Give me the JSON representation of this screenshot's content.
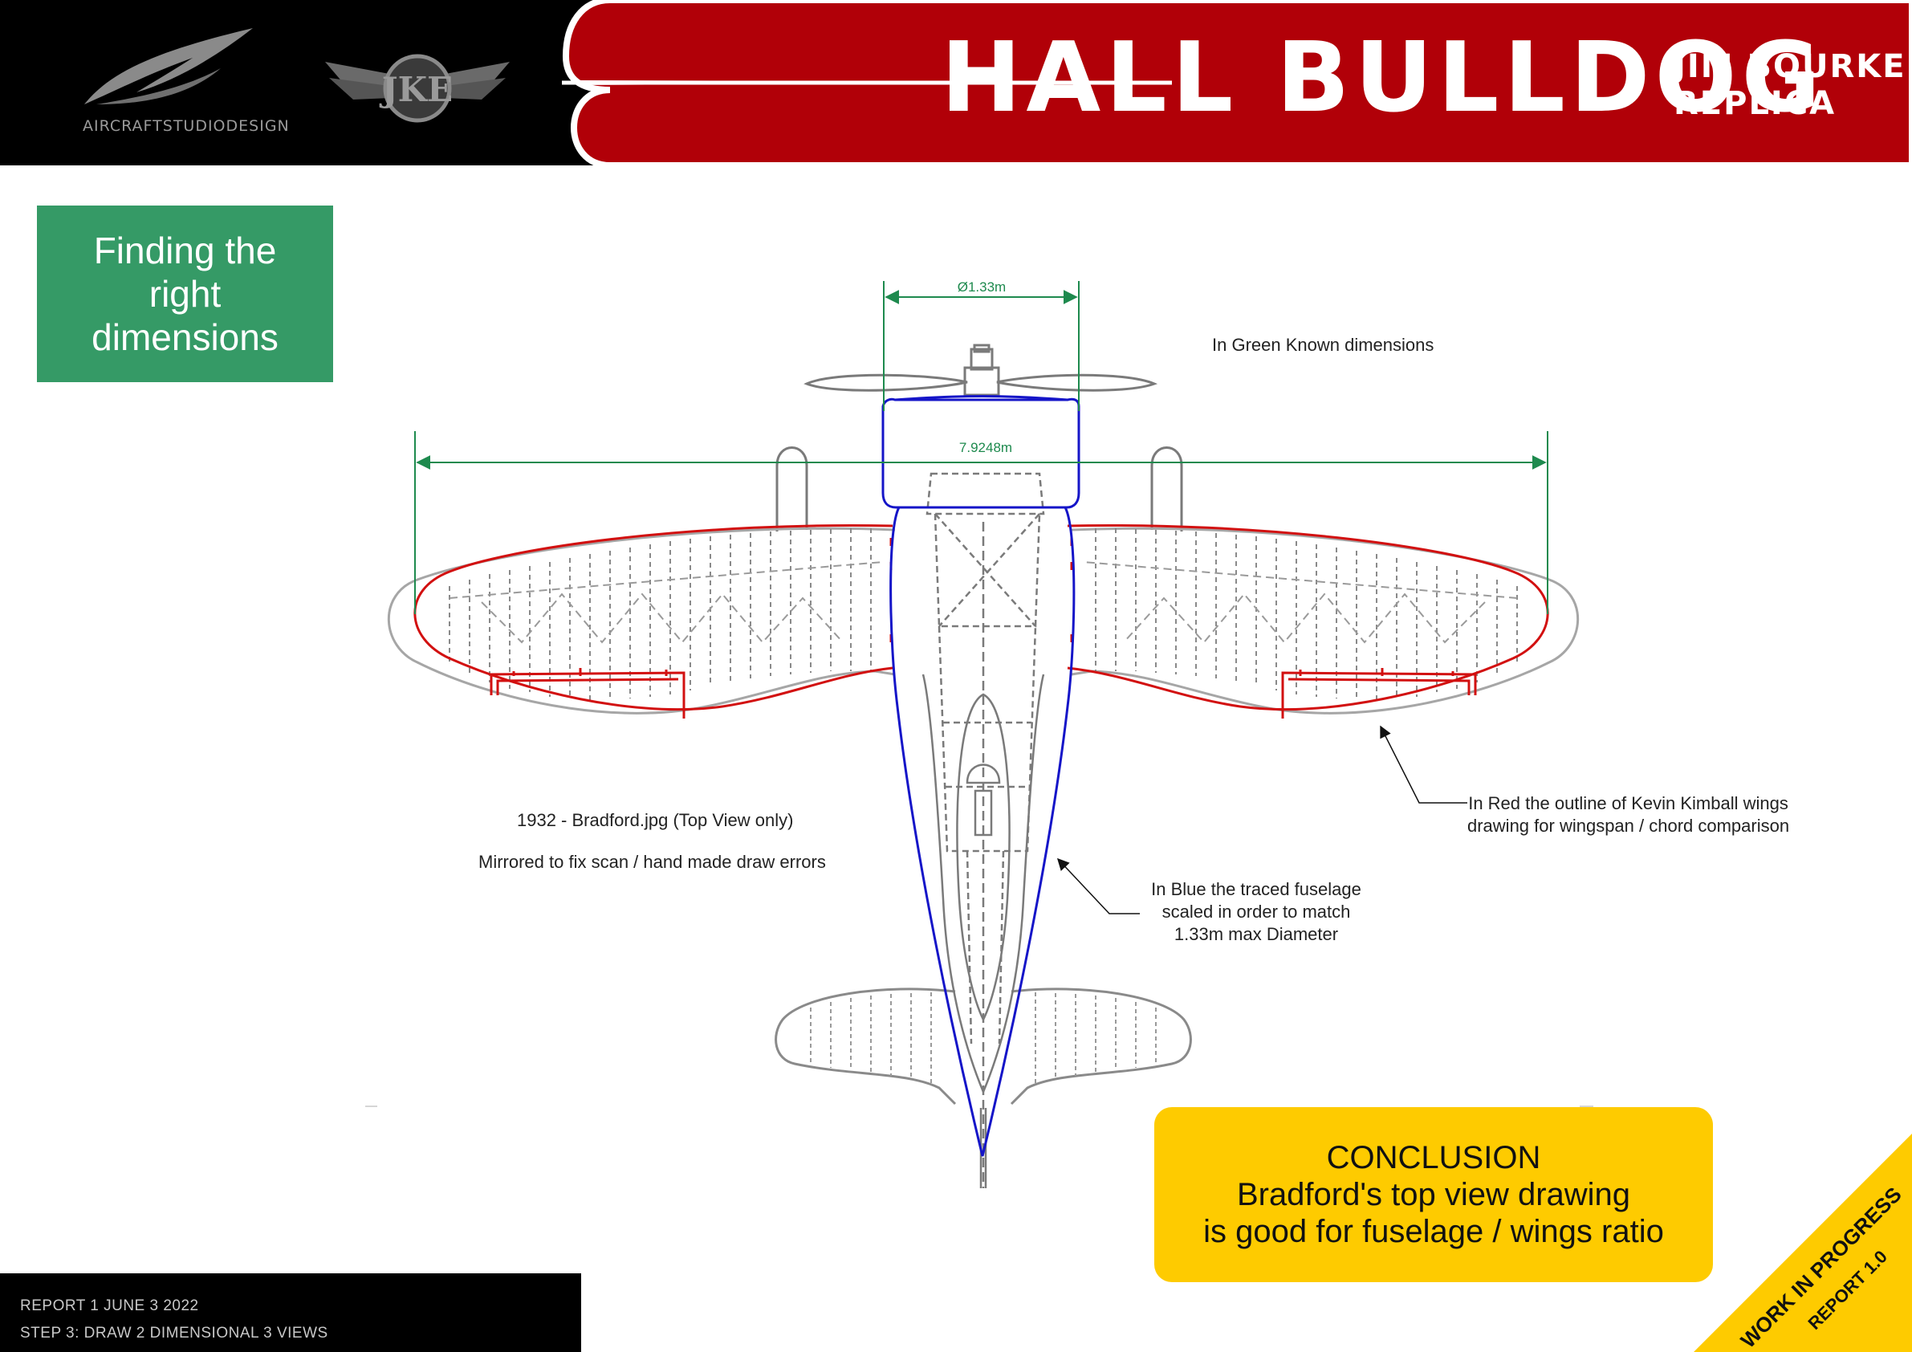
{
  "header": {
    "brand": "AIRCRAFTSTUDIODESIGN",
    "logo_monogram": "JKE",
    "title": "HALL BULLDOG",
    "subtitle_line1": "JIM BOURKE",
    "subtitle_line2": "REPLICA",
    "colors": {
      "bar": "#000000",
      "accent_red": "#b10008"
    }
  },
  "section_label": "Finding the right dimensions",
  "diagram": {
    "dim_diameter": "Ø1.33m",
    "dim_span": "7.9248m",
    "legend_green": "In Green Known dimensions",
    "source_line1": "1932 - Bradford.jpg (Top View only)",
    "source_line2": "Mirrored to fix scan / hand made draw errors",
    "red_note_line1": "In Red the outline of Kevin Kimball wings",
    "red_note_line2": "drawing for wingspan / chord comparison",
    "blue_note_line1": "In Blue the traced fuselage",
    "blue_note_line2": "scaled in order to match",
    "blue_note_line3": "1.33m max Diameter",
    "colors": {
      "green": "#1e8a4e",
      "red": "#d21010",
      "blue": "#1515c8",
      "drawing": "#7a7a7a"
    }
  },
  "conclusion": {
    "heading": "CONCLUSION",
    "line1": "Bradford's top view drawing",
    "line2": "is good for fuselage / wings ratio",
    "color": "#fecb00"
  },
  "footer": {
    "line1": "REPORT 1 JUNE 3 2022",
    "line2": "STEP 3: DRAW 2 DIMENSIONAL 3 VIEWS"
  },
  "banner": {
    "line1": "WORK IN PROGRESS",
    "line2": "REPORT 1.0",
    "color": "#fecb00"
  }
}
